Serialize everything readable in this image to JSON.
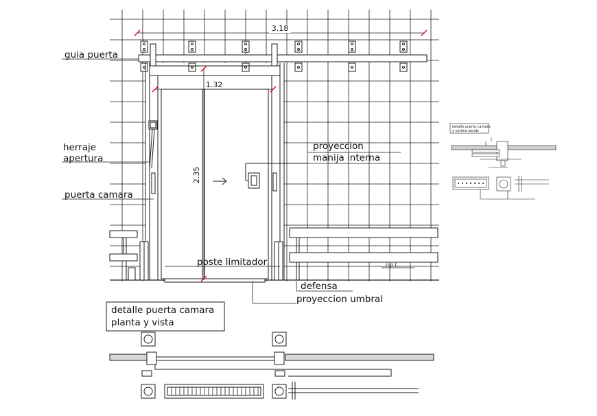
{
  "dimensions": {
    "overall_width": "3.18",
    "door_width": "1.32",
    "door_height": "2.35"
  },
  "labels": {
    "guia_puerta": "guia puerta",
    "herraje_line1": "herraje",
    "herraje_line2": "apertura",
    "puerta_camara": "puerta camara",
    "proyeccion_line1": "proyeccion",
    "proyeccion_line2": "manija interna",
    "poste_limitador": "poste limitador",
    "defensa": "defensa",
    "proyeccion_umbral": "proyeccion umbral",
    "npt": "n.p.t."
  },
  "title_block": {
    "line1": "detalle puerta camara",
    "line2": "planta y vista"
  },
  "mini_detail": {
    "title_line1": "detalle puerta camara",
    "title_line2": "y cortina bands"
  },
  "colors": {
    "line": "#1a1a1a",
    "dimension_tick": "#e0001b",
    "hatch": "#444444"
  }
}
